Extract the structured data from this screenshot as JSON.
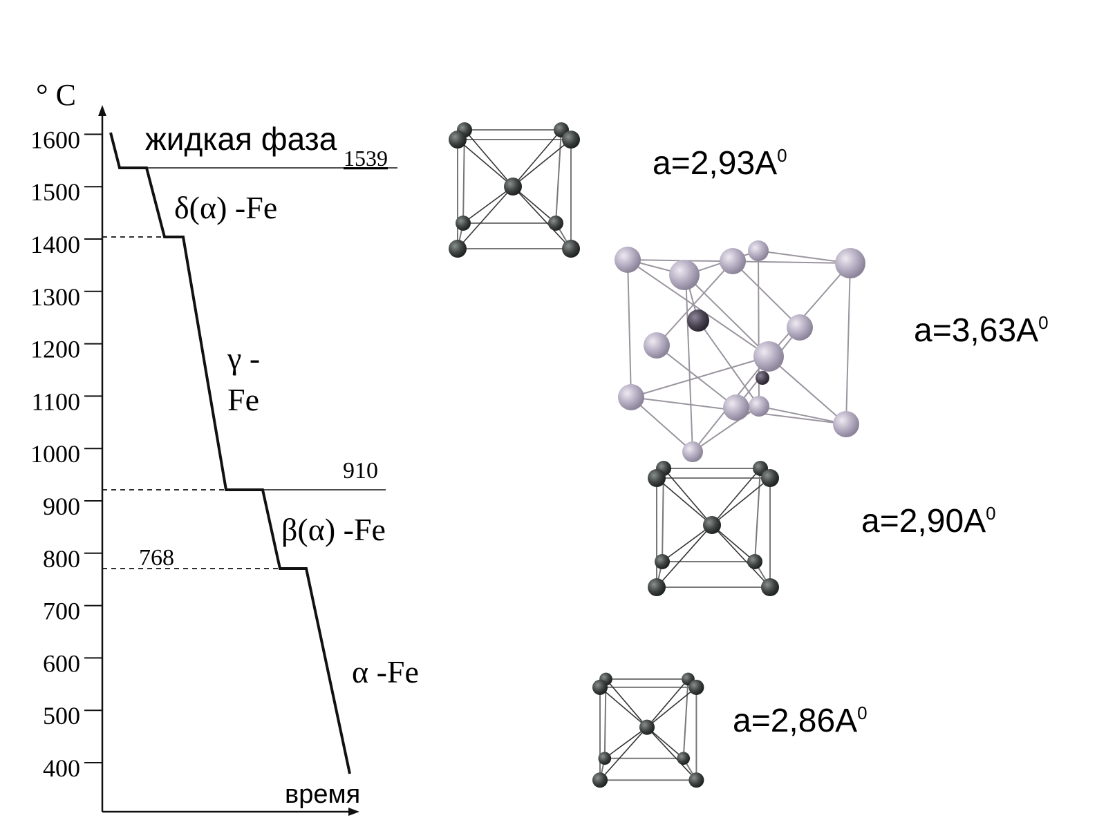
{
  "axis": {
    "unit": "° C",
    "x_label": "время",
    "ticks": [
      "1600",
      "1500",
      "1400",
      "1300",
      "1200",
      "1100",
      "1000",
      "900",
      "800",
      "700",
      "600",
      "500",
      "400"
    ]
  },
  "transitions": {
    "t1539": "1539",
    "t910": "910",
    "t768": "768"
  },
  "phases": {
    "liquid": "жидкая фаза",
    "delta": "δ(α) -Fe",
    "gamma_line1": "γ -",
    "gamma_line2": "Fe",
    "beta": "β(α) -Fe",
    "alpha": "α -Fe"
  },
  "lattices": {
    "delta": {
      "label": "a=2,93A",
      "sup": "0"
    },
    "gamma": {
      "label": "a=3,63A",
      "sup": "0"
    },
    "beta": {
      "label": "a=2,90A",
      "sup": "0"
    },
    "alpha": {
      "label": "a=2,86A",
      "sup": "0"
    }
  },
  "colors": {
    "bcc_atom": "#3f4443",
    "fcc_atom": "#b8b0c4",
    "fcc_atom_dark": "#4a4452",
    "line": "#111111",
    "bond": "#777777"
  }
}
